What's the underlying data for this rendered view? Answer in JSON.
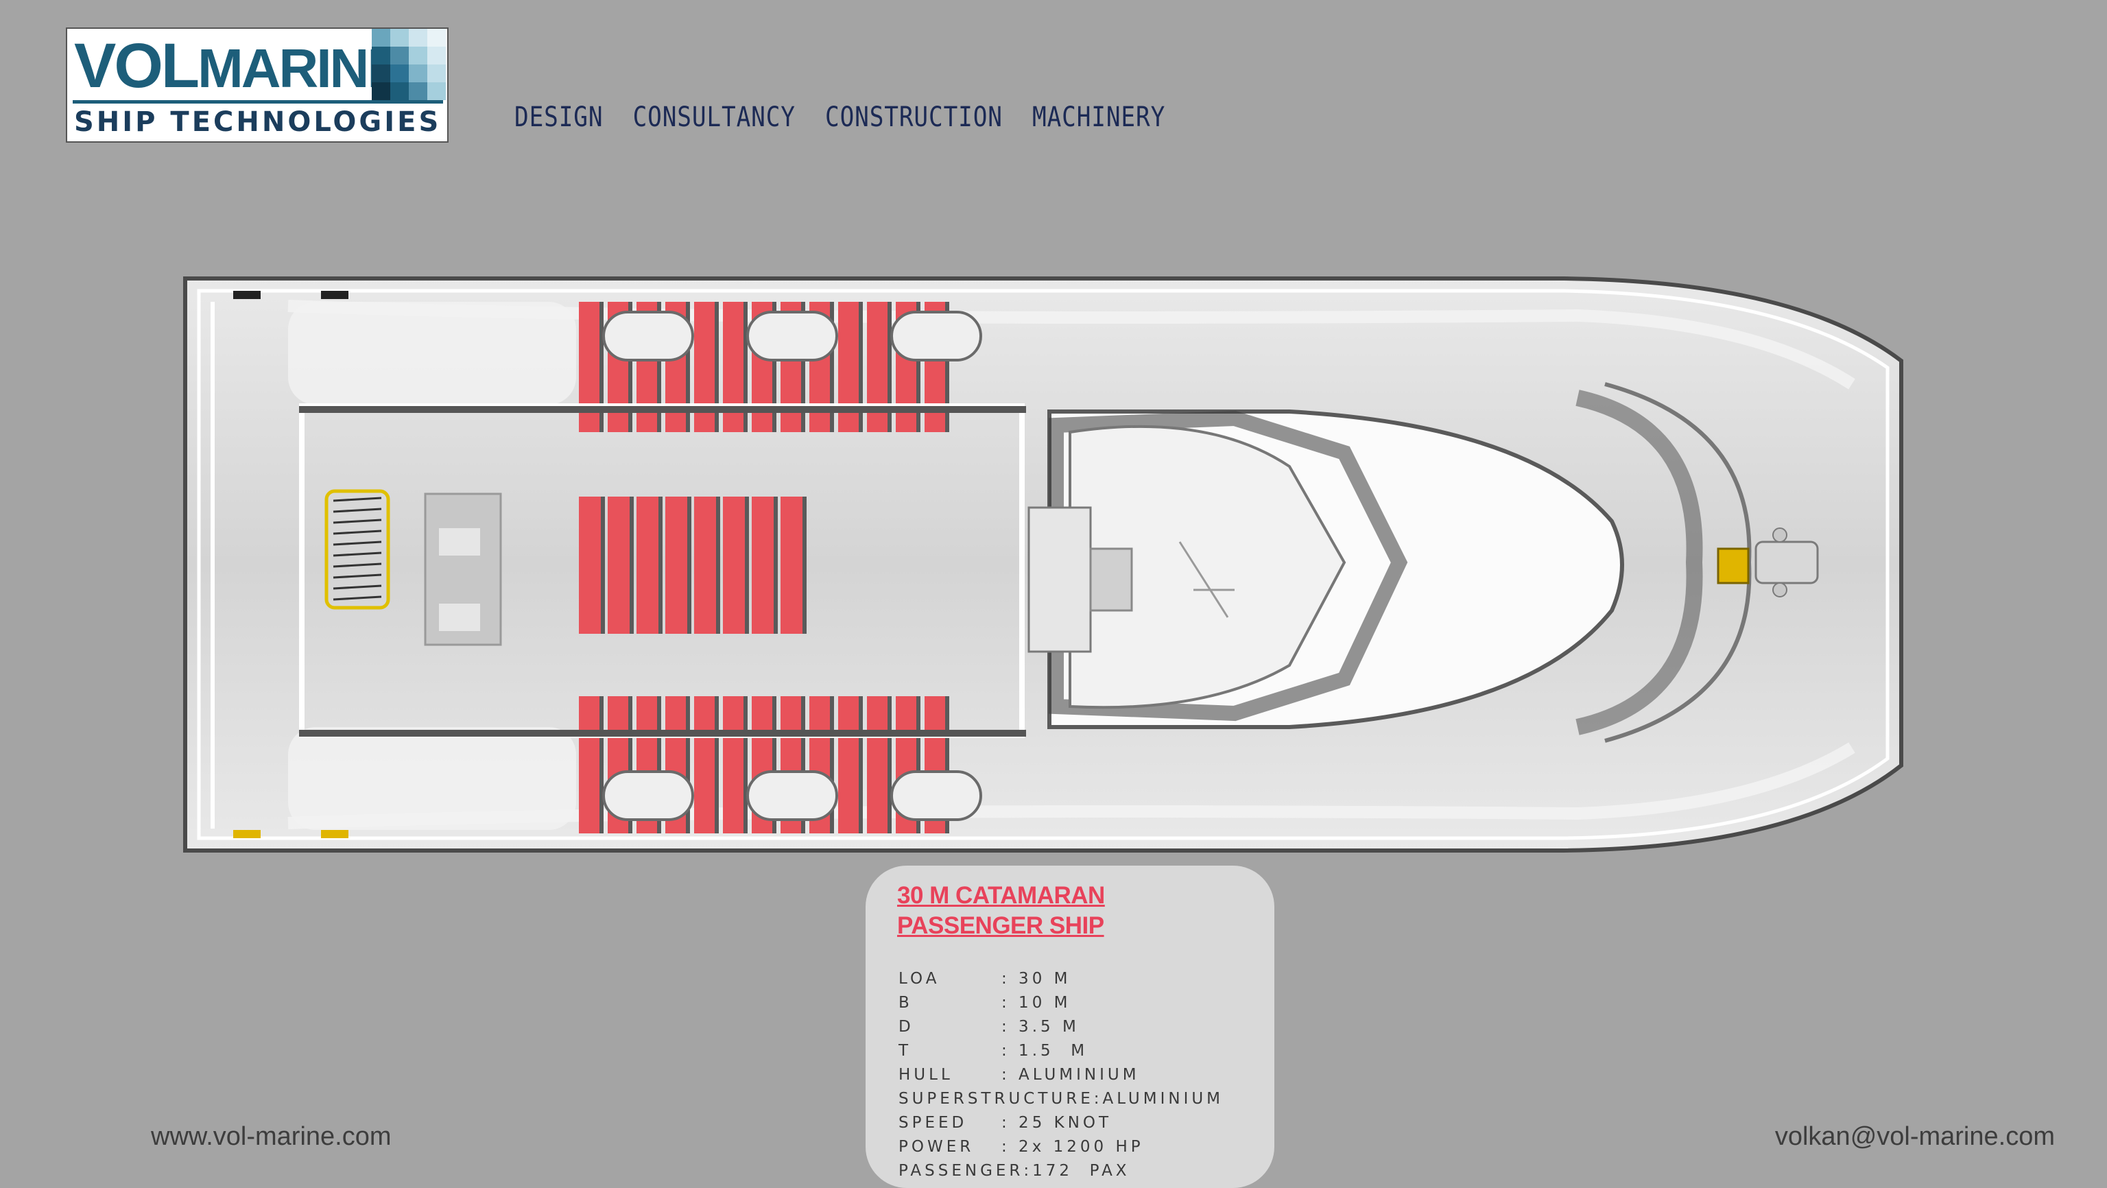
{
  "logo": {
    "brand_part1": "VOL",
    "brand_part2": "MARINE",
    "subtitle": "SHIP TECHNOLOGIES",
    "brand_color": "#1d5e7a"
  },
  "services": [
    "DESIGN",
    "CONSULTANCY",
    "CONSTRUCTION",
    "MACHINERY"
  ],
  "ship": {
    "seat_color": "#e8525a",
    "machinery_color": "#e0b500"
  },
  "spec": {
    "title_line1": "30 M CATAMARAN",
    "title_line2": "PASSENGER SHIP",
    "title_color": "#e8425a",
    "rows": [
      {
        "label": "LOA",
        "value": ": 30 M"
      },
      {
        "label": "B",
        "value": ": 10 M"
      },
      {
        "label": "D",
        "value": ": 3.5 M"
      },
      {
        "label": "T",
        "value": ": 1.5  M"
      },
      {
        "label": "HULL",
        "value": ": ALUMINIUM"
      },
      {
        "label": "SUPERSTRUCTURE",
        "value": ":ALUMINIUM"
      },
      {
        "label": "SPEED",
        "value": ": 25 KNOT"
      },
      {
        "label": "POWER",
        "value": ": 2x 1200 HP"
      },
      {
        "label": "PASSENGER",
        "value": ":172  PAX"
      }
    ]
  },
  "footer": {
    "website": "www.vol-marine.com",
    "email": "volkan@vol-marine.com"
  }
}
